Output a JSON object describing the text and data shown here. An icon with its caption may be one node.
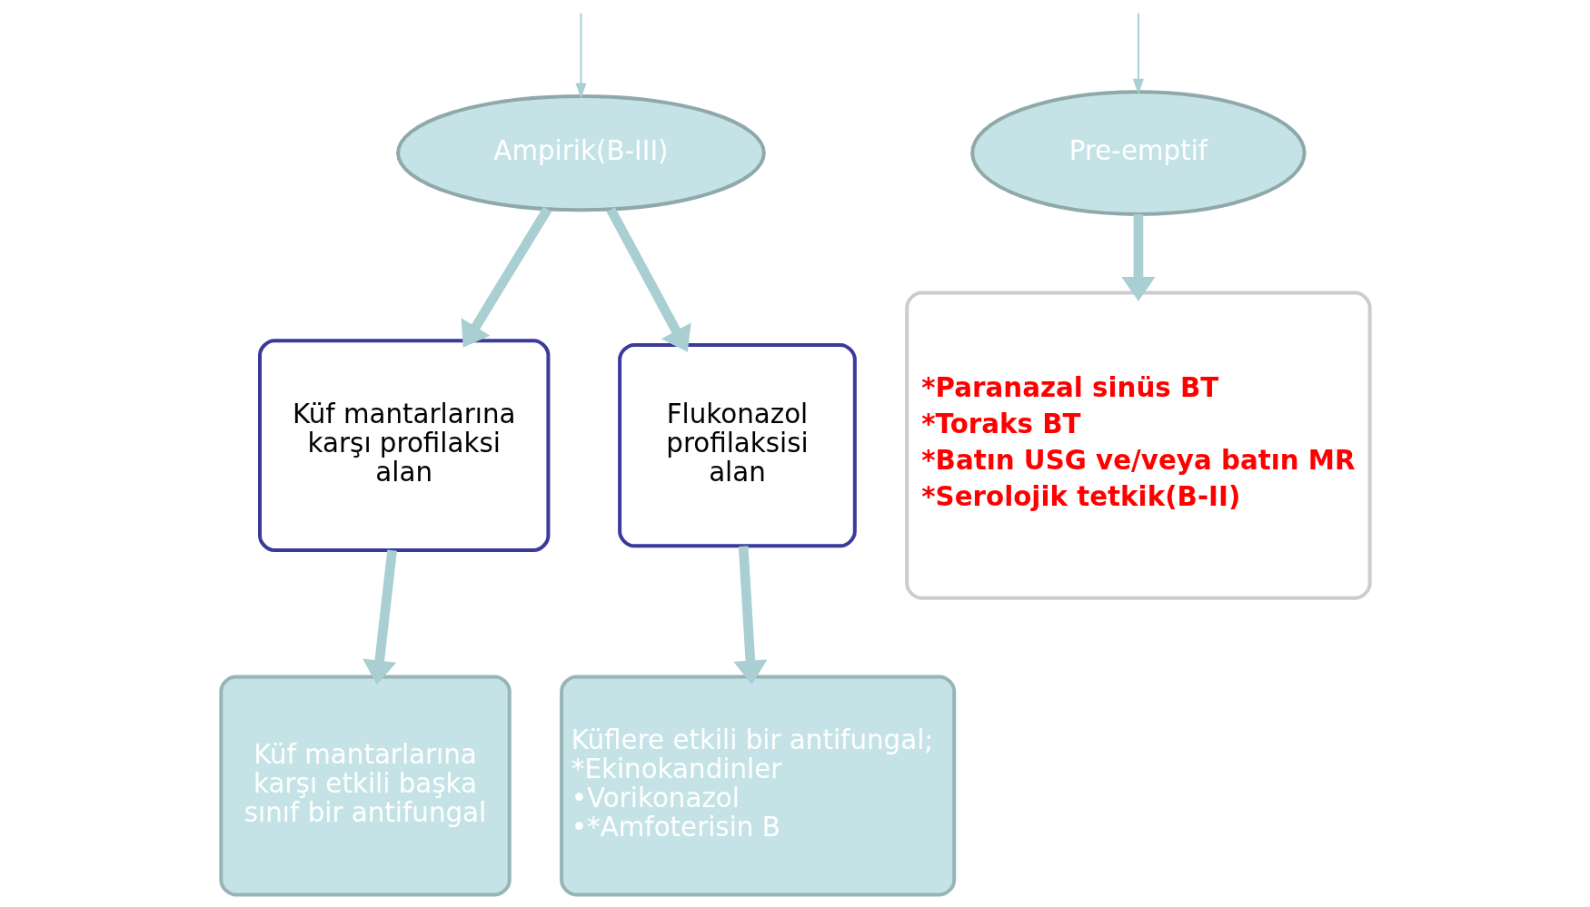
{
  "diagram": {
    "nodes": [
      {
        "text": [
          "Ampirik(B-III)"
        ]
      },
      {
        "text": [
          "Pre-emptif"
        ]
      },
      {
        "text": [
          "Küf mantarlarına karşı profilaksi alan"
        ]
      },
      {
        "text": [
          "Flukonazol profilaksisi alan"
        ]
      },
      {
        "text": [
          "Küf mantarlarına karşı etkili başka sınıf bir antifungal"
        ]
      },
      {
        "text": [
          "Küflere etkili bir antifungal;",
          "*Ekinokandinler",
          "•Vorikonazol",
          "•*Amfoterisin B"
        ]
      },
      {
        "text": [
          "*Paranazal sinüs BT",
          "*Toraks BT",
          "*Batın USG ve/veya batın MR",
          "*Serolojik tetkik(B-II)"
        ]
      }
    ],
    "edges": [
      {
        "from": null,
        "to": 0,
        "arrow": "to"
      },
      {
        "from": null,
        "to": 1,
        "arrow": "to"
      },
      {
        "from": 0,
        "to": 2,
        "arrow": "to"
      },
      {
        "from": 0,
        "to": 3,
        "arrow": "to"
      },
      {
        "from": 2,
        "to": 4,
        "arrow": "to"
      },
      {
        "from": 3,
        "to": 5,
        "arrow": "to"
      },
      {
        "from": 1,
        "to": 6,
        "arrow": "to"
      }
    ]
  }
}
